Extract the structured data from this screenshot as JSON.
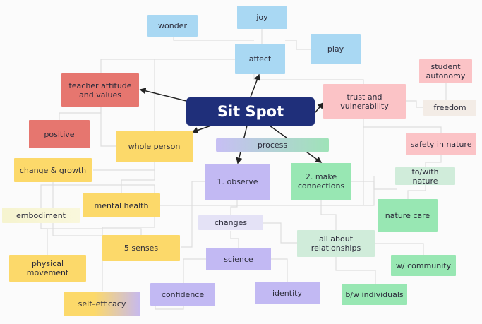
{
  "title": "Sit Spot",
  "colors": {
    "central": "#1f2f7a",
    "affect_group": "#a9d8f3",
    "teacher_group": "#e6766f",
    "trust_group": "#fbc3c6",
    "whole_person_group": "#fcd96a",
    "observe_group": "#c2b9f3",
    "connections_group": "#98e7b3",
    "connector_line": "#dcdcdc",
    "arrow": "#222222"
  },
  "nodes": {
    "central": "Sit Spot",
    "wonder": "wonder",
    "joy": "joy",
    "affect": "affect",
    "play": "play",
    "teacher": "teacher attitude and values",
    "positive": "positive",
    "trust": "trust and vulnerability",
    "student_autonomy": "student autonomy",
    "freedom": "freedom",
    "safety": "safety in nature",
    "to_with_nature": "to/with nature",
    "nature_care": "nature care",
    "whole_person": "whole person",
    "process": "process",
    "observe": "1. observe",
    "make_connections": "2. make connections",
    "change_growth": "change & growth",
    "embodiment": "embodiment",
    "mental_health": "mental health",
    "five_senses": "5 senses",
    "physical_movement": "physical movement",
    "self_efficacy": "self–efficacy",
    "changes": "changes",
    "science": "science",
    "confidence": "confidence",
    "identity": "identity",
    "all_about": "all about relationships",
    "community": "w/ community",
    "individuals": "b/w individuals"
  }
}
